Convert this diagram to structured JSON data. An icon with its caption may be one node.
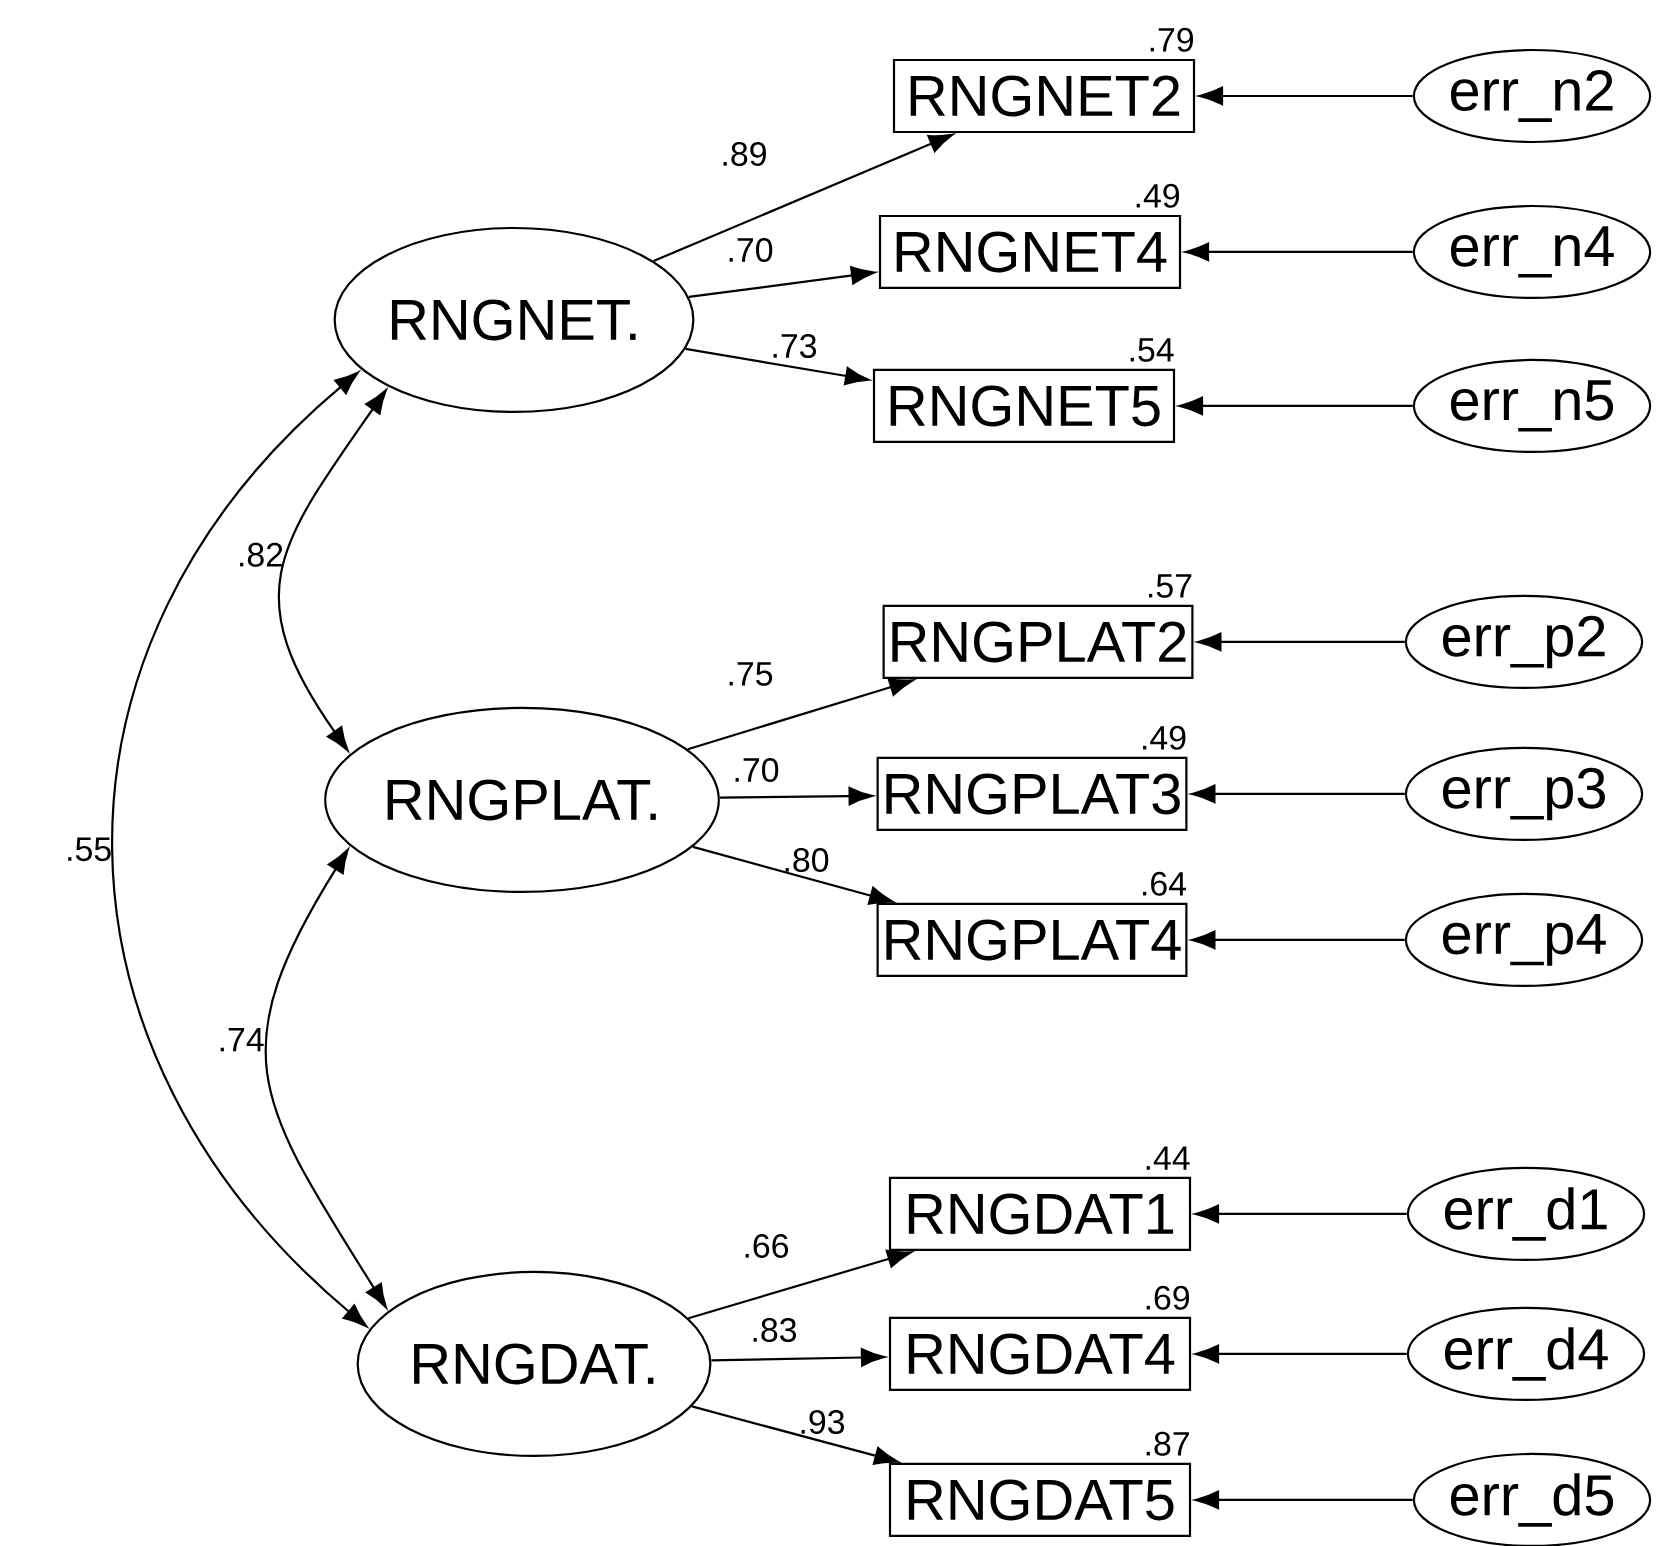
{
  "diagram": {
    "nodes": [
      {
        "text": [
          "RNGNET."
        ]
      },
      {
        "text": [
          "RNGPLAT."
        ]
      },
      {
        "text": [
          "RNGDAT."
        ]
      },
      {
        "text": [
          "RNGNET2"
        ],
        "beside": [
          ".79"
        ]
      },
      {
        "text": [
          "RNGNET4"
        ],
        "beside": [
          ".49"
        ]
      },
      {
        "text": [
          "RNGNET5"
        ],
        "beside": [
          ".54"
        ]
      },
      {
        "text": [
          "RNGPLAT2"
        ],
        "beside": [
          ".57"
        ]
      },
      {
        "text": [
          "RNGPLAT3"
        ],
        "beside": [
          ".49"
        ]
      },
      {
        "text": [
          "RNGPLAT4"
        ],
        "beside": [
          ".64"
        ]
      },
      {
        "text": [
          "RNGDAT1"
        ],
        "beside": [
          ".44"
        ]
      },
      {
        "text": [
          "RNGDAT4"
        ],
        "beside": [
          ".69"
        ]
      },
      {
        "text": [
          "RNGDAT5"
        ],
        "beside": [
          ".87"
        ]
      },
      {
        "text": [
          "err_n2"
        ]
      },
      {
        "text": [
          "err_n4"
        ]
      },
      {
        "text": [
          "err_n5"
        ]
      },
      {
        "text": [
          "err_p2"
        ]
      },
      {
        "text": [
          "err_p3"
        ]
      },
      {
        "text": [
          "err_p4"
        ]
      },
      {
        "text": [
          "err_d1"
        ]
      },
      {
        "text": [
          "err_d4"
        ]
      },
      {
        "text": [
          "err_d5"
        ]
      }
    ],
    "edges": [
      {
        "from": 0,
        "to": 3,
        "arrow": "to",
        "label": ".89"
      },
      {
        "from": 0,
        "to": 4,
        "arrow": "to",
        "label": ".70"
      },
      {
        "from": 0,
        "to": 5,
        "arrow": "to",
        "label": ".73"
      },
      {
        "from": 1,
        "to": 6,
        "arrow": "to",
        "label": ".75"
      },
      {
        "from": 1,
        "to": 7,
        "arrow": "to",
        "label": ".70"
      },
      {
        "from": 1,
        "to": 8,
        "arrow": "to",
        "label": ".80"
      },
      {
        "from": 2,
        "to": 9,
        "arrow": "to",
        "label": ".66"
      },
      {
        "from": 2,
        "to": 10,
        "arrow": "to",
        "label": ".83"
      },
      {
        "from": 2,
        "to": 11,
        "arrow": "to",
        "label": ".93"
      },
      {
        "from": 12,
        "to": 3,
        "arrow": "to"
      },
      {
        "from": 13,
        "to": 4,
        "arrow": "to"
      },
      {
        "from": 14,
        "to": 5,
        "arrow": "to"
      },
      {
        "from": 15,
        "to": 6,
        "arrow": "to"
      },
      {
        "from": 16,
        "to": 7,
        "arrow": "to"
      },
      {
        "from": 17,
        "to": 8,
        "arrow": "to"
      },
      {
        "from": 18,
        "to": 9,
        "arrow": "to"
      },
      {
        "from": 19,
        "to": 10,
        "arrow": "to"
      },
      {
        "from": 20,
        "to": 11,
        "arrow": "to"
      },
      {
        "from": 0,
        "to": 1,
        "arrow": "both",
        "label": ".82"
      },
      {
        "from": 0,
        "to": 2,
        "arrow": "both",
        "label": ".55"
      },
      {
        "from": 2,
        "to": 1,
        "arrow": "both",
        "label": ".74"
      }
    ]
  }
}
